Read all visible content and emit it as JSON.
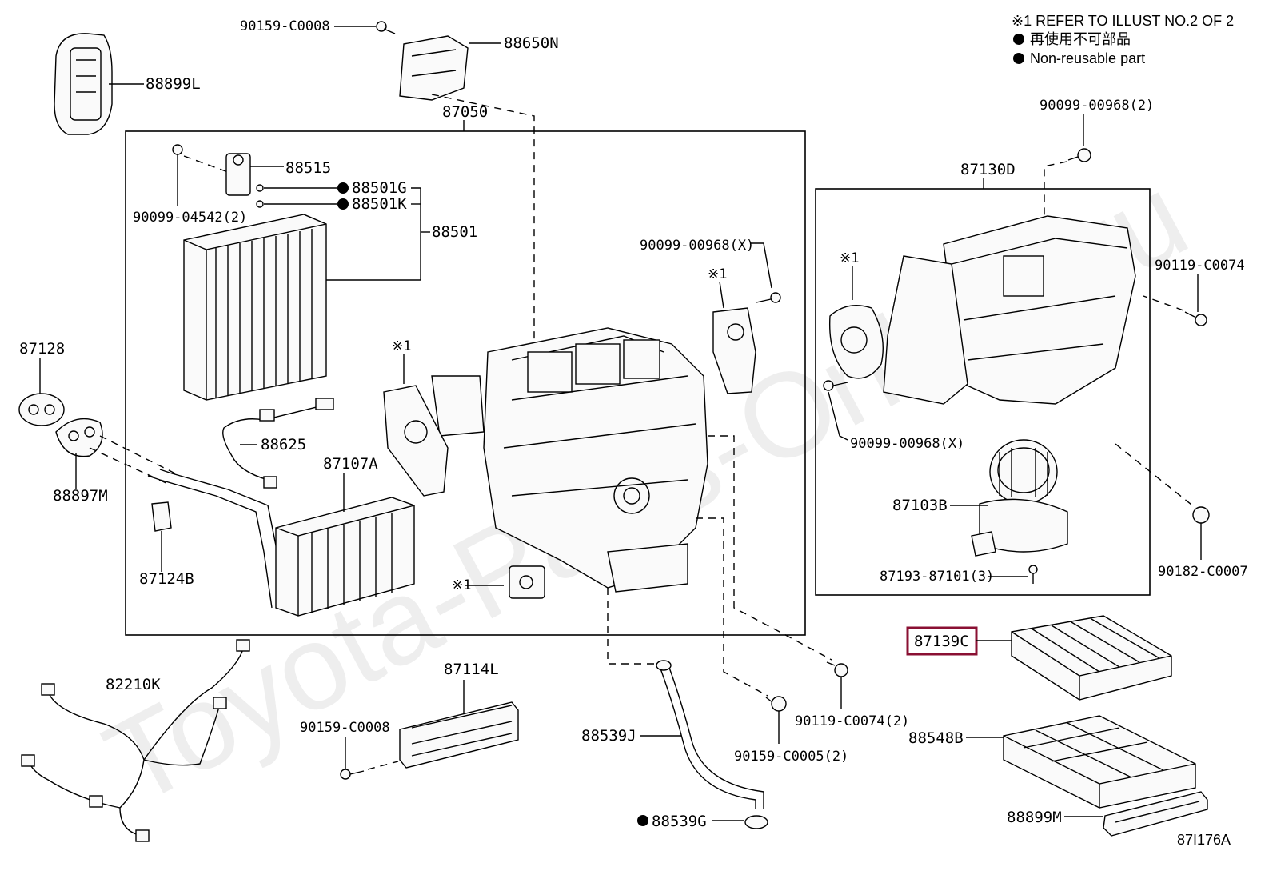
{
  "notes": {
    "refer": "※1 REFER TO ILLUST NO.2 OF 2",
    "non_reusable_jp": "再使用不可部品",
    "non_reusable_en": "Non-reusable part",
    "bullet": "●",
    "mark_ref": "※1"
  },
  "watermark": "Toyota-Parts-Online.ru",
  "highlight_color": "#8a1033",
  "illustration_id": "87I176A",
  "parts": {
    "p90159_c0008_top": "90159-C0008",
    "p88650n": "88650N",
    "p88899l": "88899L",
    "p87050": "87050",
    "p88515": "88515",
    "p88501g": "88501G",
    "p88501k": "88501K",
    "p88501": "88501",
    "p90099_04542": "90099-04542(2)",
    "p90099_00968_x_mid": "90099-00968(X)",
    "p87128": "87128",
    "p88625": "88625",
    "p87107a": "87107A",
    "p88897m": "88897M",
    "p87124b": "87124B",
    "p90099_00968_2": "90099-00968(2)",
    "p87130d": "87130D",
    "p90119_c0074": "90119-C0074",
    "p90099_00968_x_right": "90099-00968(X)",
    "p87103b": "87103B",
    "p87193_87101": "87193-87101(3)",
    "p90182_c0007": "90182-C0007",
    "p87139c": "87139C",
    "p82210k": "82210K",
    "p87114l": "87114L",
    "p90159_c0008_bottom": "90159-C0008",
    "p88539j": "88539J",
    "p90159_c0005": "90159-C0005(2)",
    "p90119_c0074_2": "90119-C0074(2)",
    "p88548b": "88548B",
    "p88539g": "88539G",
    "p88899m": "88899M"
  }
}
